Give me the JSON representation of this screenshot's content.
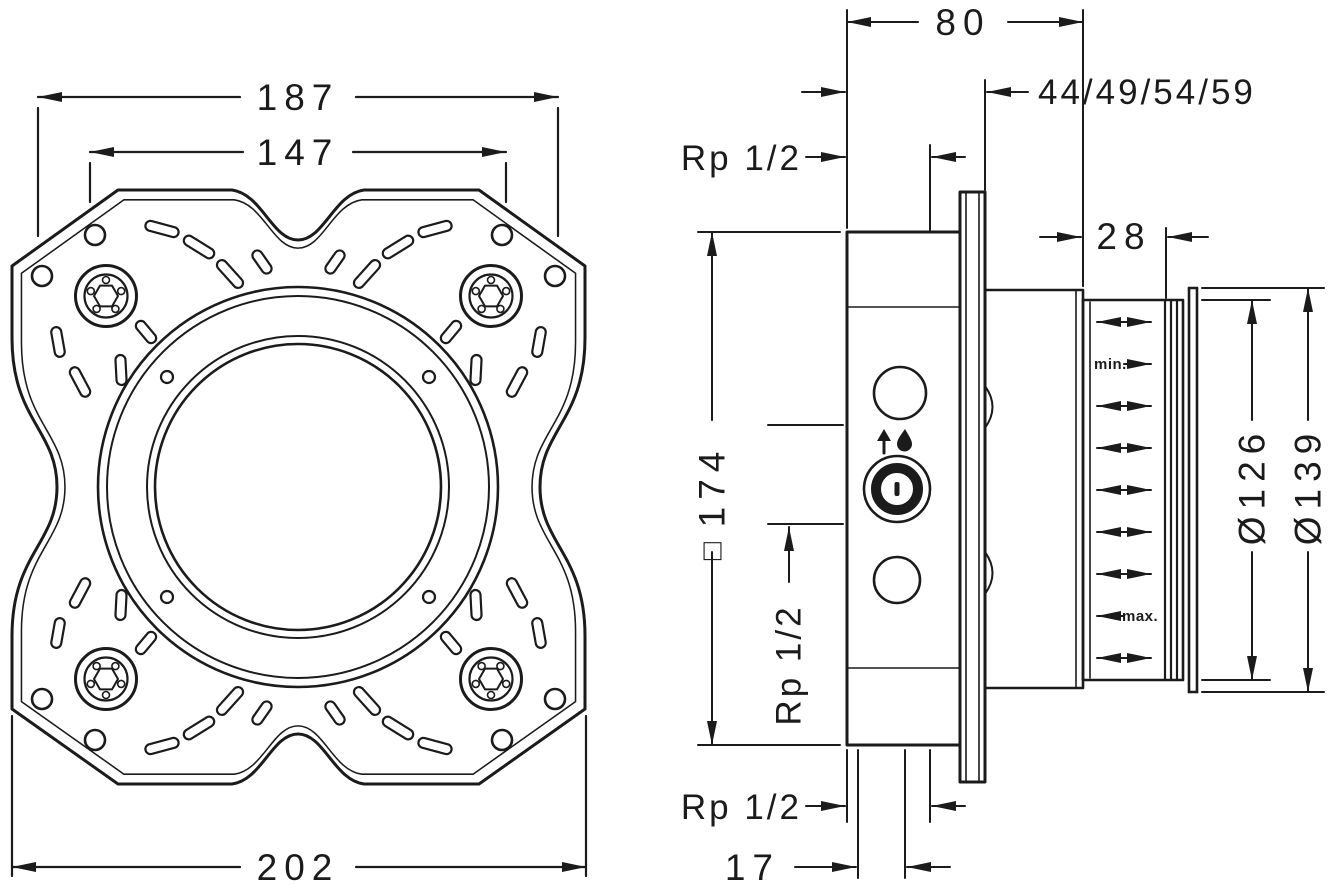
{
  "front_view": {
    "dim_top_outer": "187",
    "dim_top_inner": "147",
    "dim_bottom": "202"
  },
  "side_view": {
    "dim_depth": "80",
    "dim_install_range": "44/49/54/59",
    "thread_top": "Rp 1/2",
    "dim_cap": "28",
    "dim_height": "174",
    "square_symbol": "□",
    "thread_middle": "Rp 1/2",
    "dia_inner": "Ø126",
    "dia_outer": "Ø139",
    "thread_bottom": "Rp 1/2",
    "dim_bottom_offset": "17",
    "label_min": "min.",
    "label_max": "max."
  }
}
